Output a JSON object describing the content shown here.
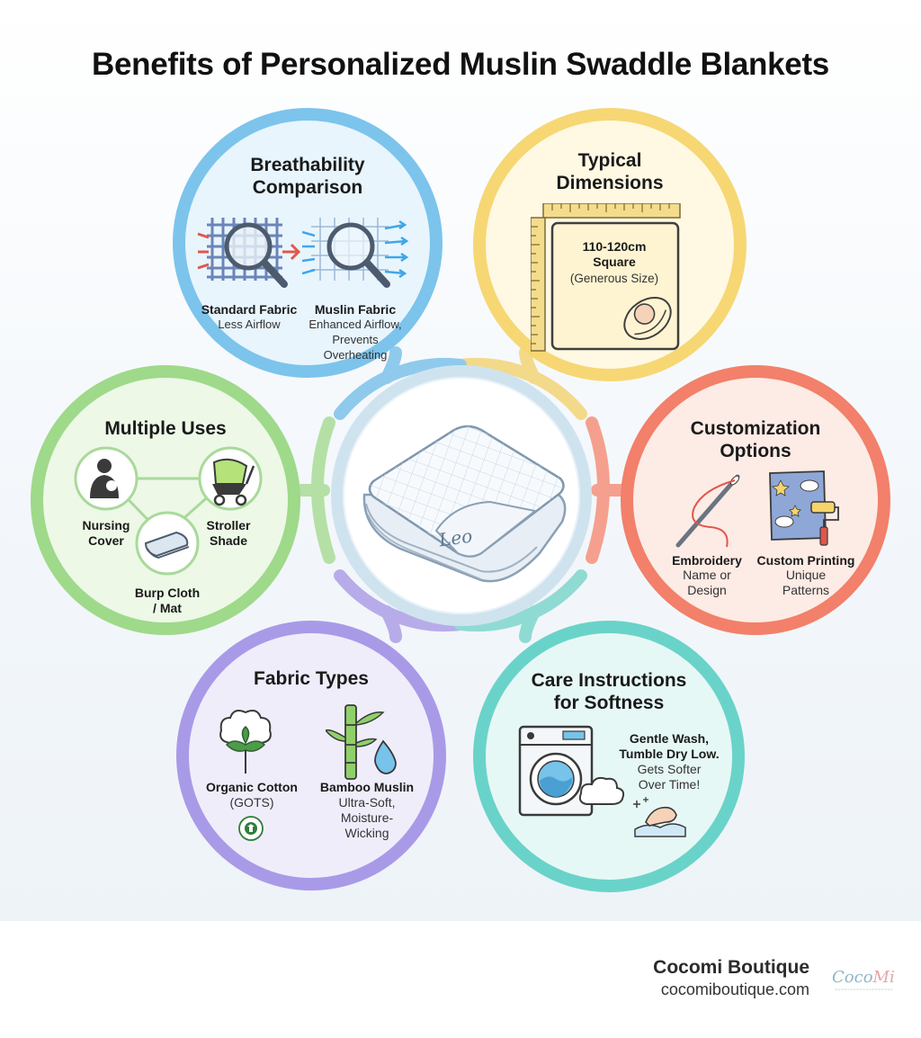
{
  "title": "Benefits of Personalized Muslin Swaddle Blankets",
  "center": {
    "blanket_text": "Leo"
  },
  "breathability": {
    "title_line1": "Breathability",
    "title_line2": "Comparison",
    "standard_label": "Standard Fabric",
    "standard_sub": "Less Airflow",
    "muslin_label": "Muslin Fabric",
    "muslin_sub1": "Enhanced Airflow,",
    "muslin_sub2": "Prevents",
    "muslin_sub3": "Overheating"
  },
  "dimensions": {
    "title_line1": "Typical",
    "title_line2": "Dimensions",
    "size_line1": "110-120cm",
    "size_line2": "Square",
    "size_line3": "(Generous Size)"
  },
  "customization": {
    "title_line1": "Customization",
    "title_line2": "Options",
    "embroidery_label": "Embroidery",
    "embroidery_sub1": "Name or",
    "embroidery_sub2": "Design",
    "printing_label": "Custom Printing",
    "printing_sub1": "Unique",
    "printing_sub2": "Patterns"
  },
  "care": {
    "title_line1": "Care Instructions",
    "title_line2": "for Softness",
    "line1": "Gentle Wash,",
    "line2": "Tumble Dry Low.",
    "line3": "Gets Softer",
    "line4": "Over Time!"
  },
  "fabric": {
    "title": "Fabric Types",
    "cotton_label": "Organic Cotton",
    "cotton_sub": "(GOTS)",
    "bamboo_label": "Bamboo Muslin",
    "bamboo_sub1": "Ultra-Soft,",
    "bamboo_sub2": "Moisture-",
    "bamboo_sub3": "Wicking"
  },
  "uses": {
    "title": "Multiple Uses",
    "nursing_line1": "Nursing",
    "nursing_line2": "Cover",
    "stroller_line1": "Stroller",
    "stroller_line2": "Shade",
    "burp_line1": "Burp Cloth",
    "burp_line2": "/ Mat"
  },
  "footer": {
    "brand": "Cocomi Boutique",
    "url": "cocomiboutique.com"
  },
  "colors": {
    "breathability": "#7cc4ec",
    "dimensions": "#f6d774",
    "customization": "#f2806a",
    "care": "#6ad3c9",
    "fabric": "#a99ae8",
    "uses": "#9fd98a"
  }
}
